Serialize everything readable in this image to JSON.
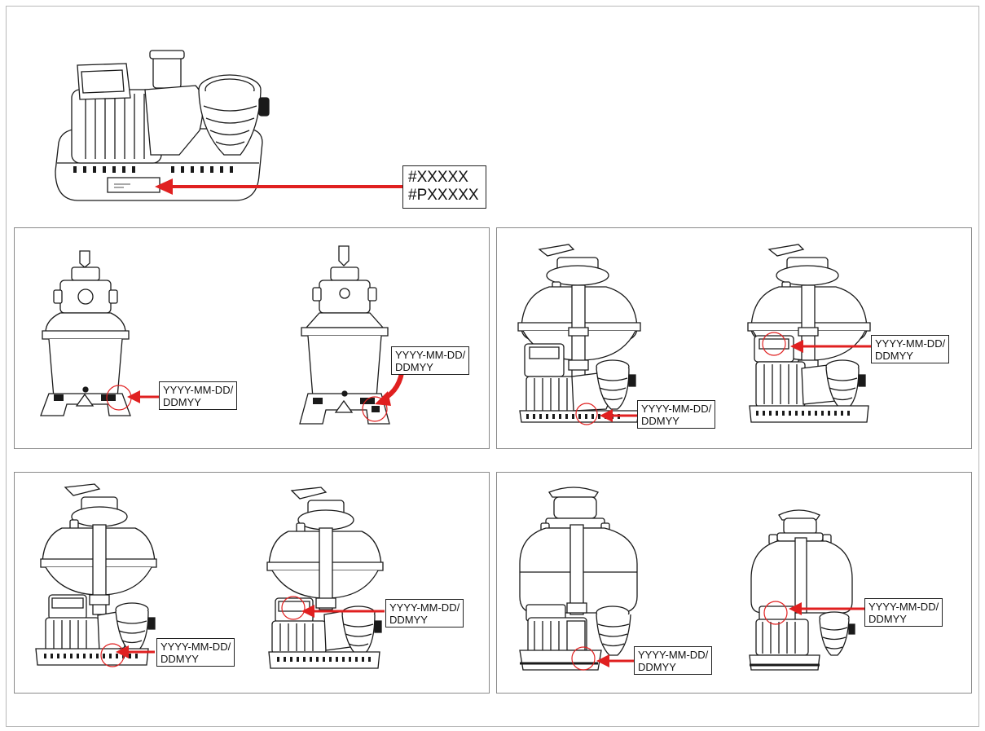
{
  "colors": {
    "arrow": "#e02020",
    "stroke": "#1a1a1a",
    "marker": "#e02020"
  },
  "top": {
    "line1": "#XXXXX",
    "line2": "#PXXXXX"
  },
  "date_label": {
    "line1": "YYYY-MM-DD/",
    "line2": "DDMYY"
  },
  "panels": [
    {
      "labels": [
        {
          "line1": "YYYY-MM-DD/",
          "line2": "DDMYY"
        },
        {
          "line1": "YYYY-MM-DD/",
          "line2": "DDMYY"
        }
      ]
    },
    {
      "labels": [
        {
          "line1": "YYYY-MM-DD/",
          "line2": "DDMYY"
        },
        {
          "line1": "YYYY-MM-DD/",
          "line2": "DDMYY"
        }
      ]
    },
    {
      "labels": [
        {
          "line1": "YYYY-MM-DD/",
          "line2": "DDMYY"
        },
        {
          "line1": "YYYY-MM-DD/",
          "line2": "DDMYY"
        }
      ]
    },
    {
      "labels": [
        {
          "line1": "YYYY-MM-DD/",
          "line2": "DDMYY"
        },
        {
          "line1": "YYYY-MM-DD/",
          "line2": "DDMYY"
        }
      ]
    }
  ]
}
